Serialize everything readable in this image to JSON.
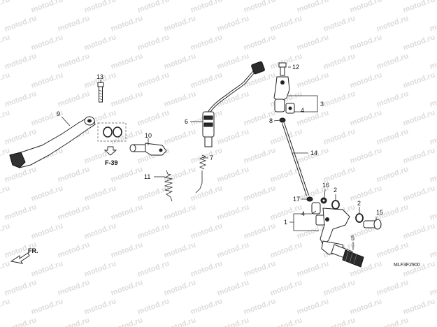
{
  "watermark_text": "motod.ru",
  "diagram_code": "MLF3F2900",
  "reference_label": "F-39",
  "direction_label": "FR.",
  "callouts": {
    "c1": "1",
    "c2a": "2",
    "c2b": "2",
    "c3": "3",
    "c4a": "4",
    "c4b": "4",
    "c5": "5",
    "c6": "6",
    "c7": "7",
    "c8": "8",
    "c9": "9",
    "c10": "10",
    "c11": "11",
    "c12": "12",
    "c13": "13",
    "c14": "14",
    "c15": "15",
    "c16": "16",
    "c17": "17"
  }
}
